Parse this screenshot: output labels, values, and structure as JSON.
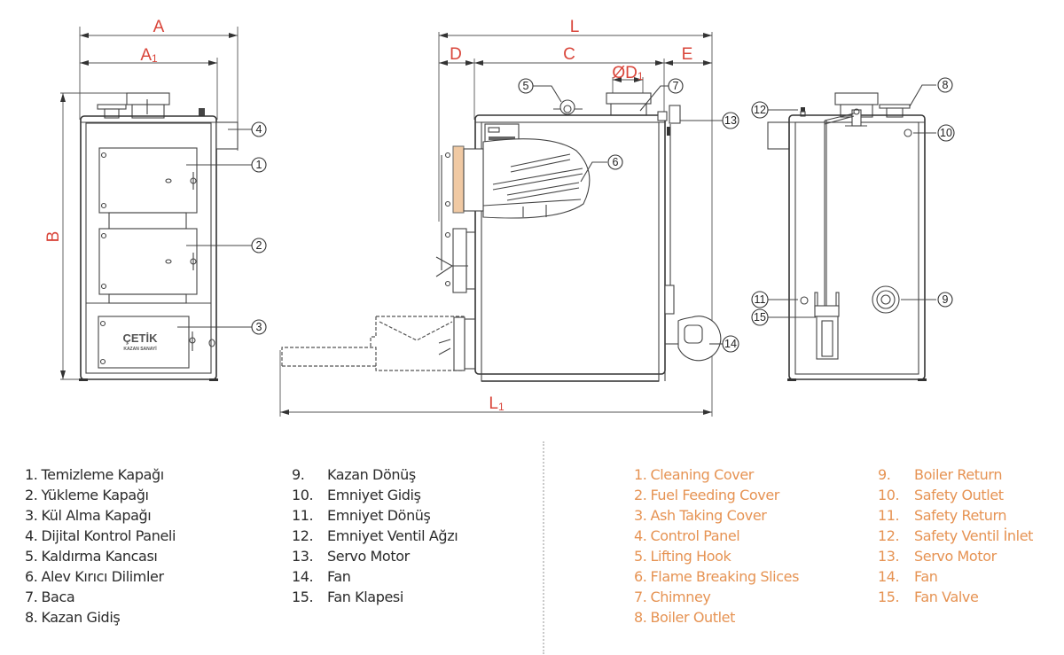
{
  "dimensions": {
    "front": {
      "A": "A",
      "A1_main": "A",
      "A1_sub": "1",
      "B": "B"
    },
    "side": {
      "L": "L",
      "D": "D",
      "C": "C",
      "E": "E",
      "D1_main": "ØD",
      "D1_sub": "1",
      "L1_main": "L",
      "L1_sub": "1"
    }
  },
  "callouts": [
    "1",
    "2",
    "3",
    "4",
    "5",
    "6",
    "7",
    "8",
    "9",
    "10",
    "11",
    "12",
    "13",
    "14",
    "15"
  ],
  "logo": {
    "brand": "ÇETİK",
    "sub": "KAZAN SANAYİ"
  },
  "legend_tr": [
    {
      "num": "1.",
      "label": "Temizleme Kapağı"
    },
    {
      "num": "2.",
      "label": "Yükleme Kapağı"
    },
    {
      "num": "3.",
      "label": "Kül Alma Kapağı"
    },
    {
      "num": "4.",
      "label": "Dijital Kontrol Paneli"
    },
    {
      "num": "5.",
      "label": "Kaldırma Kancası"
    },
    {
      "num": "6.",
      "label": "Alev Kırıcı Dilimler"
    },
    {
      "num": "7.",
      "label": "Baca"
    },
    {
      "num": "8.",
      "label": "Kazan Gidiş"
    },
    {
      "num": "9.",
      "label": "Kazan Dönüş"
    },
    {
      "num": "10.",
      "label": "Emniyet Gidiş"
    },
    {
      "num": "11.",
      "label": "Emniyet Dönüş"
    },
    {
      "num": "12.",
      "label": "Emniyet Ventil Ağzı"
    },
    {
      "num": "13.",
      "label": "Servo Motor"
    },
    {
      "num": "14.",
      "label": "Fan"
    },
    {
      "num": "15.",
      "label": "Fan Klapesi"
    }
  ],
  "legend_en": [
    {
      "num": "1.",
      "label": "Cleaning Cover"
    },
    {
      "num": "2.",
      "label": "Fuel Feeding Cover"
    },
    {
      "num": "3.",
      "label": "Ash Taking Cover"
    },
    {
      "num": "4.",
      "label": "Control Panel"
    },
    {
      "num": "5.",
      "label": "Lifting Hook"
    },
    {
      "num": "6.",
      "label": "Flame Breaking Slices"
    },
    {
      "num": "7.",
      "label": "Chimney"
    },
    {
      "num": "8.",
      "label": "Boiler Outlet"
    },
    {
      "num": "9.",
      "label": "Boiler Return"
    },
    {
      "num": "10.",
      "label": "Safety Outlet"
    },
    {
      "num": "11.",
      "label": "Safety Return"
    },
    {
      "num": "12.",
      "label": "Safety Ventil İnlet"
    },
    {
      "num": "13.",
      "label": "Servo Motor"
    },
    {
      "num": "14.",
      "label": "Fan"
    },
    {
      "num": "15.",
      "label": "Fan Valve"
    }
  ],
  "colors": {
    "dimension_label": "#d9453a",
    "english_text": "#e69353",
    "turkish_text": "#2b2b2b",
    "flange": "#f0c9a3"
  }
}
